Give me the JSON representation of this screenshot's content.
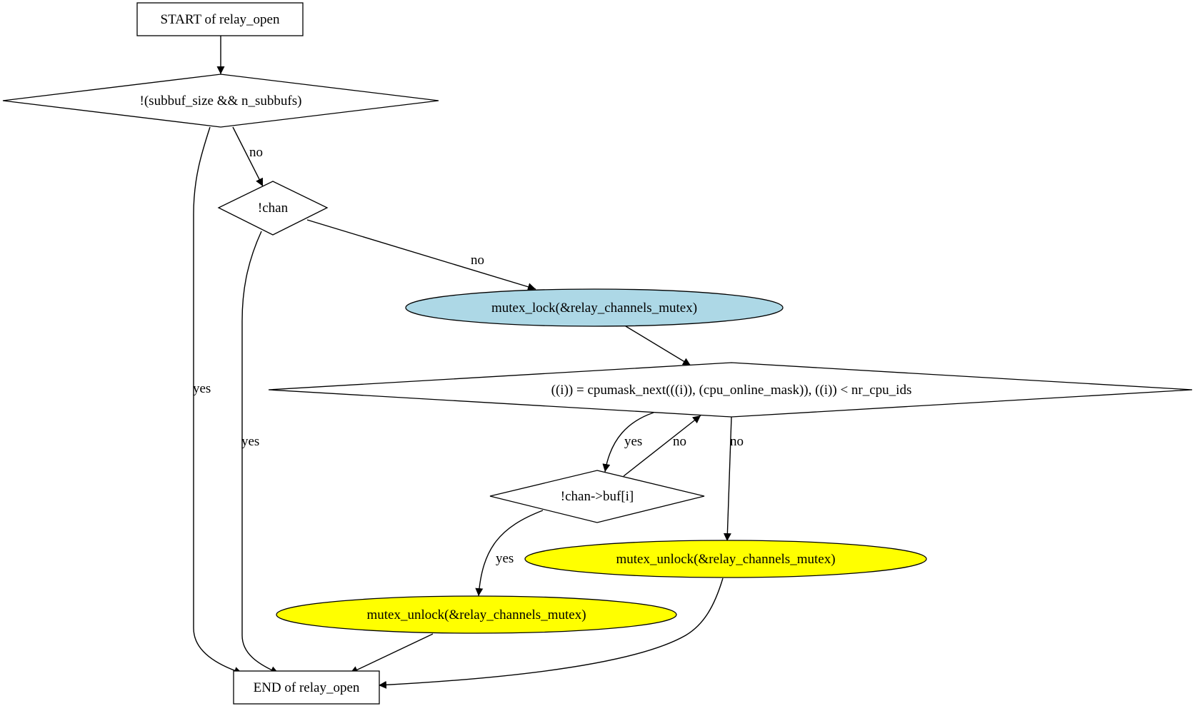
{
  "diagram": {
    "colors": {
      "stroke": "#000000",
      "background": "#ffffff",
      "lock_fill": "#add8e6",
      "unlock_fill": "#ffff00"
    },
    "nodes": {
      "start": "START of relay_open",
      "cond_subbuf": "!(subbuf_size && n_subbufs)",
      "cond_chan": "!chan",
      "mutex_lock": "mutex_lock(&relay_channels_mutex)",
      "cond_loop": "((i)) = cpumask_next(((i)), (cpu_online_mask)), ((i)) < nr_cpu_ids",
      "cond_buf": "!chan->buf[i]",
      "unlock_right": "mutex_unlock(&relay_channels_mutex)",
      "unlock_left": "mutex_unlock(&relay_channels_mutex)",
      "end": "END of relay_open"
    },
    "edges": {
      "subbuf_no": "no",
      "subbuf_yes": "yes",
      "chan_no": "no",
      "chan_yes": "yes",
      "loop_yes": "yes",
      "buf_no": "no",
      "loop_no": "no",
      "buf_yes": "yes"
    }
  }
}
